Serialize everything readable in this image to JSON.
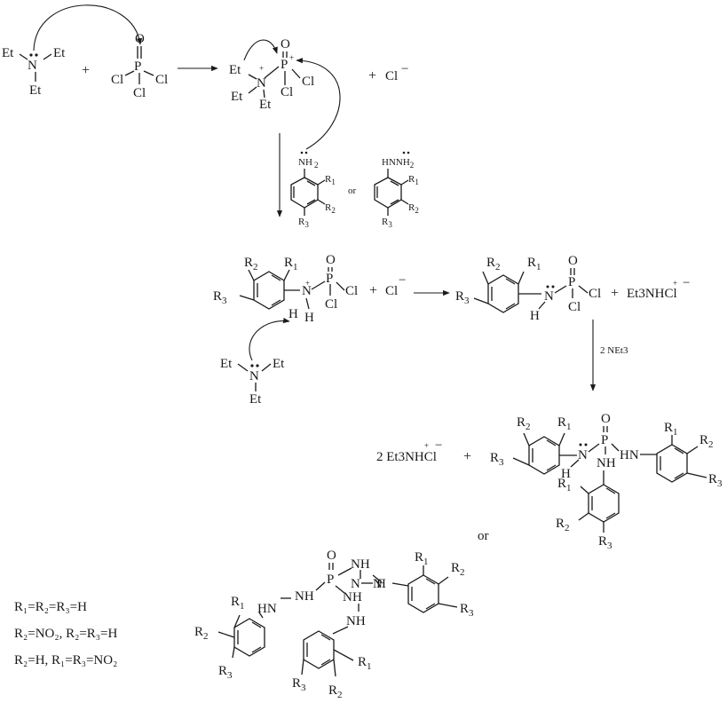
{
  "labels": {
    "et": "Et",
    "n": "N",
    "p": "P",
    "o": "O",
    "cl": "Cl",
    "h": "H",
    "nh": "NH",
    "hn": "HN",
    "nh2": "NH",
    "nh2_sub": "2",
    "plus": "+",
    "plus_charge": "+",
    "minus_charge": "−",
    "cl_minus": "Cl",
    "or": "or",
    "two": "2",
    "et3nh": "Et3NH",
    "two_et3nh": "2 Et3NH",
    "two_net3": "2 NEt3",
    "r": "R",
    "r1_sub": "1",
    "r2_sub": "2",
    "r3_sub": "3",
    "hnh": "HN",
    "nh_hyd": "NH"
  },
  "substituents": [
    {
      "text": "R₁=R₂=R₃=H"
    },
    {
      "text": "R₂=NO₂,  R₂=R₃=H"
    },
    {
      "text": "R₂=H, R₁=R₃=NO₂"
    }
  ]
}
